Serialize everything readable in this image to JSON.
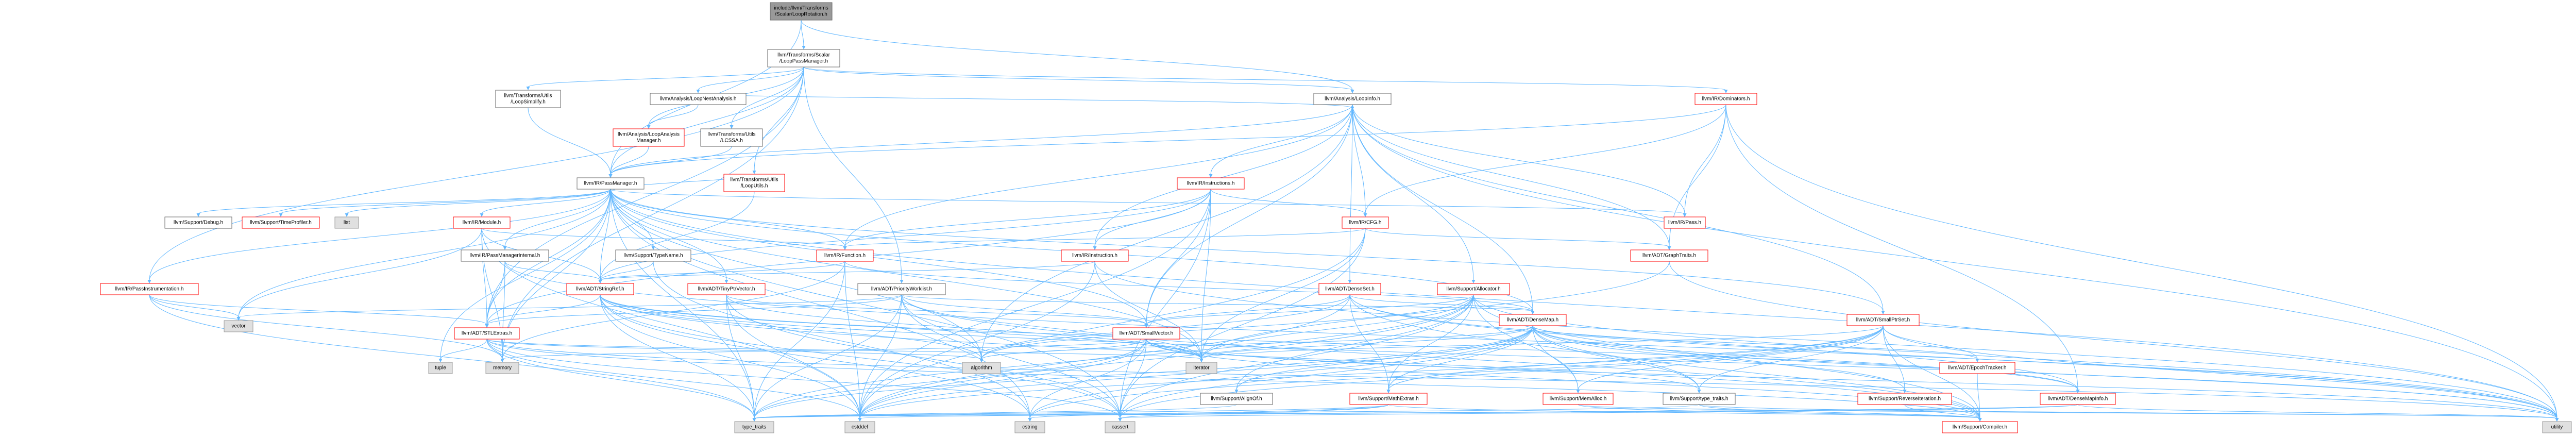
{
  "colors": {
    "root_fill": "#999999",
    "normal_fill": "#ffffff",
    "normal_stroke": "#666666",
    "truncated_stroke": "#ff0000",
    "system_fill": "#e0e0e0",
    "system_stroke": "#999999",
    "edge": "#63B8FF",
    "text": "#000000"
  },
  "nodes": [
    {
      "id": "root",
      "lines": [
        "include/llvm/Transforms",
        "/Scalar/LoopRotation.h"
      ],
      "kind": "root"
    },
    {
      "id": "lpm",
      "lines": [
        "llvm/Transforms/Scalar",
        "/LoopPassManager.h"
      ],
      "kind": "normal"
    },
    {
      "id": "loopsimplify",
      "lines": [
        "llvm/Transforms/Utils",
        "/LoopSimplify.h"
      ],
      "kind": "normal"
    },
    {
      "id": "loopnest",
      "lines": [
        "llvm/Analysis/LoopNestAnalysis.h"
      ],
      "kind": "normal"
    },
    {
      "id": "lam",
      "lines": [
        "llvm/Analysis/LoopAnalysis",
        "Manager.h"
      ],
      "kind": "truncated"
    },
    {
      "id": "lcssa",
      "lines": [
        "llvm/Transforms/Utils",
        "/LCSSA.h"
      ],
      "kind": "normal"
    },
    {
      "id": "loopinfo",
      "lines": [
        "llvm/Analysis/LoopInfo.h"
      ],
      "kind": "normal"
    },
    {
      "id": "dominators",
      "lines": [
        "llvm/IR/Dominators.h"
      ],
      "kind": "truncated"
    },
    {
      "id": "looputils",
      "lines": [
        "llvm/Transforms/Utils",
        "/LoopUtils.h"
      ],
      "kind": "truncated"
    },
    {
      "id": "passmanager",
      "lines": [
        "llvm/IR/PassManager.h"
      ],
      "kind": "normal"
    },
    {
      "id": "debug",
      "lines": [
        "llvm/Support/Debug.h"
      ],
      "kind": "normal"
    },
    {
      "id": "timeprofiler",
      "lines": [
        "llvm/Support/TimeProfiler.h"
      ],
      "kind": "truncated"
    },
    {
      "id": "list",
      "lines": [
        "list"
      ],
      "kind": "system"
    },
    {
      "id": "irinstructions",
      "lines": [
        "llvm/IR/Instructions.h"
      ],
      "kind": "truncated"
    },
    {
      "id": "ircfg",
      "lines": [
        "llvm/IR/CFG.h"
      ],
      "kind": "truncated"
    },
    {
      "id": "irpass",
      "lines": [
        "llvm/IR/Pass.h"
      ],
      "kind": "truncated"
    },
    {
      "id": "irmodule",
      "lines": [
        "llvm/IR/Module.h"
      ],
      "kind": "truncated"
    },
    {
      "id": "irfunction",
      "lines": [
        "llvm/IR/Function.h"
      ],
      "kind": "truncated"
    },
    {
      "id": "irinstruction",
      "lines": [
        "llvm/IR/Instruction.h"
      ],
      "kind": "truncated"
    },
    {
      "id": "graphtraits",
      "lines": [
        "llvm/ADT/GraphTraits.h"
      ],
      "kind": "truncated"
    },
    {
      "id": "pminternal",
      "lines": [
        "llvm/IR/PassManagerInternal.h"
      ],
      "kind": "normal"
    },
    {
      "id": "typename",
      "lines": [
        "llvm/Support/TypeName.h"
      ],
      "kind": "normal"
    },
    {
      "id": "passinstr",
      "lines": [
        "llvm/IR/PassInstrumentation.h"
      ],
      "kind": "truncated"
    },
    {
      "id": "stringref",
      "lines": [
        "llvm/ADT/StringRef.h"
      ],
      "kind": "truncated"
    },
    {
      "id": "tinyptrvector",
      "lines": [
        "llvm/ADT/TinyPtrVector.h"
      ],
      "kind": "truncated"
    },
    {
      "id": "priorityworklist",
      "lines": [
        "llvm/ADT/PriorityWorklist.h"
      ],
      "kind": "normal"
    },
    {
      "id": "densetset",
      "lines": [
        "llvm/ADT/DenseSet.h"
      ],
      "kind": "truncated"
    },
    {
      "id": "allocator",
      "lines": [
        "llvm/Support/Allocator.h"
      ],
      "kind": "truncated"
    },
    {
      "id": "densemap",
      "lines": [
        "llvm/ADT/DenseMap.h"
      ],
      "kind": "truncated"
    },
    {
      "id": "smallptrset",
      "lines": [
        "llvm/ADT/SmallPtrSet.h"
      ],
      "kind": "truncated"
    },
    {
      "id": "vector",
      "lines": [
        "vector"
      ],
      "kind": "system"
    },
    {
      "id": "stlextras",
      "lines": [
        "llvm/ADT/STLExtras.h"
      ],
      "kind": "truncated"
    },
    {
      "id": "smallvector",
      "lines": [
        "llvm/ADT/SmallVector.h"
      ],
      "kind": "truncated"
    },
    {
      "id": "tuple",
      "lines": [
        "tuple"
      ],
      "kind": "system"
    },
    {
      "id": "memory",
      "lines": [
        "memory"
      ],
      "kind": "system"
    },
    {
      "id": "algorithm",
      "lines": [
        "algorithm"
      ],
      "kind": "system"
    },
    {
      "id": "iterator",
      "lines": [
        "iterator"
      ],
      "kind": "system"
    },
    {
      "id": "alignof",
      "lines": [
        "llvm/Support/AlignOf.h"
      ],
      "kind": "normal"
    },
    {
      "id": "mathextras",
      "lines": [
        "llvm/Support/MathExtras.h"
      ],
      "kind": "truncated"
    },
    {
      "id": "memalloc",
      "lines": [
        "llvm/Support/MemAlloc.h"
      ],
      "kind": "truncated"
    },
    {
      "id": "typetraits",
      "lines": [
        "llvm/Support/type_traits.h"
      ],
      "kind": "normal"
    },
    {
      "id": "reverseiter",
      "lines": [
        "llvm/Support/ReverseIteration.h"
      ],
      "kind": "truncated"
    },
    {
      "id": "epochtracker",
      "lines": [
        "llvm/ADT/EpochTracker.h"
      ],
      "kind": "truncated"
    },
    {
      "id": "densemapinfo",
      "lines": [
        "llvm/ADT/DenseMapInfo.h"
      ],
      "kind": "truncated"
    },
    {
      "id": "type_traits",
      "lines": [
        "type_traits"
      ],
      "kind": "system"
    },
    {
      "id": "cstddef",
      "lines": [
        "cstddef"
      ],
      "kind": "system"
    },
    {
      "id": "cstring",
      "lines": [
        "cstring"
      ],
      "kind": "system"
    },
    {
      "id": "cassert",
      "lines": [
        "cassert"
      ],
      "kind": "system"
    },
    {
      "id": "compiler",
      "lines": [
        "llvm/Support/Compiler.h"
      ],
      "kind": "truncated"
    },
    {
      "id": "utility",
      "lines": [
        "utility"
      ],
      "kind": "system"
    }
  ],
  "edges": [
    [
      "root",
      "lpm"
    ],
    [
      "root",
      "passmanager"
    ],
    [
      "root",
      "loopinfo"
    ],
    [
      "lpm",
      "loopsimplify"
    ],
    [
      "lpm",
      "loopnest"
    ],
    [
      "lpm",
      "lam"
    ],
    [
      "lpm",
      "lcssa"
    ],
    [
      "lpm",
      "loopinfo"
    ],
    [
      "lpm",
      "dominators"
    ],
    [
      "lpm",
      "looputils"
    ],
    [
      "lpm",
      "passmanager"
    ],
    [
      "lpm",
      "passinstr"
    ],
    [
      "lpm",
      "priorityworklist"
    ],
    [
      "lpm",
      "stlextras"
    ],
    [
      "lpm",
      "memory"
    ],
    [
      "loopsimplify",
      "passmanager"
    ],
    [
      "loopnest",
      "loopinfo"
    ],
    [
      "loopnest",
      "lam"
    ],
    [
      "lam",
      "passmanager"
    ],
    [
      "lcssa",
      "passmanager"
    ],
    [
      "loopinfo",
      "passmanager"
    ],
    [
      "loopinfo",
      "irinstructions"
    ],
    [
      "loopinfo",
      "ircfg"
    ],
    [
      "loopinfo",
      "irpass"
    ],
    [
      "loopinfo",
      "graphtraits"
    ],
    [
      "loopinfo",
      "densemap"
    ],
    [
      "loopinfo",
      "densetset"
    ],
    [
      "loopinfo",
      "smallptrset"
    ],
    [
      "loopinfo",
      "smallvector"
    ],
    [
      "loopinfo",
      "allocator"
    ],
    [
      "loopinfo",
      "irinstruction"
    ],
    [
      "loopinfo",
      "algorithm"
    ],
    [
      "loopinfo",
      "utility"
    ],
    [
      "loopinfo",
      "irfunction"
    ],
    [
      "dominators",
      "ircfg"
    ],
    [
      "dominators",
      "irpass"
    ],
    [
      "dominators",
      "graphtraits"
    ],
    [
      "dominators",
      "densemapinfo"
    ],
    [
      "dominators",
      "passmanager"
    ],
    [
      "dominators",
      "utility"
    ],
    [
      "looputils",
      "stringref"
    ],
    [
      "looputils",
      "passmanager"
    ],
    [
      "passmanager",
      "debug"
    ],
    [
      "passmanager",
      "timeprofiler"
    ],
    [
      "passmanager",
      "list"
    ],
    [
      "passmanager",
      "irmodule"
    ],
    [
      "passmanager",
      "irfunction"
    ],
    [
      "passmanager",
      "pminternal"
    ],
    [
      "passmanager",
      "typename"
    ],
    [
      "passmanager",
      "passinstr"
    ],
    [
      "passmanager",
      "stringref"
    ],
    [
      "passmanager",
      "tinyptrvector"
    ],
    [
      "passmanager",
      "densemap"
    ],
    [
      "passmanager",
      "smallptrset"
    ],
    [
      "passmanager",
      "stlextras"
    ],
    [
      "passmanager",
      "smallvector"
    ],
    [
      "passmanager",
      "vector"
    ],
    [
      "passmanager",
      "tuple"
    ],
    [
      "passmanager",
      "memory"
    ],
    [
      "passmanager",
      "algorithm"
    ],
    [
      "passmanager",
      "iterator"
    ],
    [
      "passmanager",
      "cassert"
    ],
    [
      "passmanager",
      "cstring"
    ],
    [
      "passmanager",
      "type_traits"
    ],
    [
      "passmanager",
      "utility"
    ],
    [
      "passmanager",
      "irpass"
    ],
    [
      "irinstructions",
      "irinstruction"
    ],
    [
      "irinstructions",
      "irfunction"
    ],
    [
      "irinstructions",
      "stringref"
    ],
    [
      "irinstructions",
      "smallvector"
    ],
    [
      "irinstructions",
      "stlextras"
    ],
    [
      "irinstructions",
      "iterator"
    ],
    [
      "irinstructions",
      "cstddef"
    ],
    [
      "irinstructions",
      "cassert"
    ],
    [
      "irinstructions",
      "ircfg"
    ],
    [
      "ircfg",
      "irfunction"
    ],
    [
      "ircfg",
      "graphtraits"
    ],
    [
      "ircfg",
      "iterator"
    ],
    [
      "ircfg",
      "cstddef"
    ],
    [
      "ircfg",
      "cassert"
    ],
    [
      "irmodule",
      "irfunction"
    ],
    [
      "irmodule",
      "stringref"
    ],
    [
      "irmodule",
      "stlextras"
    ],
    [
      "irmodule",
      "memory"
    ],
    [
      "irmodule",
      "vector"
    ],
    [
      "irmodule",
      "cstddef"
    ],
    [
      "irfunction",
      "stringref"
    ],
    [
      "irfunction",
      "densemap"
    ],
    [
      "irfunction",
      "cstddef"
    ],
    [
      "irfunction",
      "memory"
    ],
    [
      "irfunction",
      "type_traits"
    ],
    [
      "irinstruction",
      "stringref"
    ],
    [
      "irinstruction",
      "cstddef"
    ],
    [
      "irinstruction",
      "utility"
    ],
    [
      "irinstruction",
      "iterator"
    ],
    [
      "graphtraits",
      "iterator"
    ],
    [
      "graphtraits",
      "utility"
    ],
    [
      "pminternal",
      "stringref"
    ],
    [
      "pminternal",
      "stlextras"
    ],
    [
      "pminternal",
      "memory"
    ],
    [
      "pminternal",
      "utility"
    ],
    [
      "typename",
      "stringref"
    ],
    [
      "typename",
      "string_alias"
    ],
    [
      "passinstr",
      "stlextras"
    ],
    [
      "passinstr",
      "memory"
    ],
    [
      "passinstr",
      "vector"
    ],
    [
      "passinstr",
      "type_traits"
    ],
    [
      "stringref",
      "stlextras"
    ],
    [
      "stringref",
      "compiler"
    ],
    [
      "stringref",
      "iterator"
    ],
    [
      "stringref",
      "algorithm"
    ],
    [
      "stringref",
      "cassert"
    ],
    [
      "stringref",
      "cstddef"
    ],
    [
      "stringref",
      "cstring"
    ],
    [
      "stringref",
      "type_traits"
    ],
    [
      "stringref",
      "utility"
    ],
    [
      "stringref",
      "densemapinfo"
    ],
    [
      "tinyptrvector",
      "smallvector"
    ],
    [
      "tinyptrvector",
      "iterator"
    ],
    [
      "tinyptrvector",
      "cassert"
    ],
    [
      "tinyptrvector",
      "cstddef"
    ],
    [
      "tinyptrvector",
      "type_traits"
    ],
    [
      "priorityworklist",
      "densemap"
    ],
    [
      "priorityworklist",
      "stlextras"
    ],
    [
      "priorityworklist",
      "smallvector"
    ],
    [
      "priorityworklist",
      "compiler"
    ],
    [
      "priorityworklist",
      "algorithm"
    ],
    [
      "priorityworklist",
      "iterator"
    ],
    [
      "priorityworklist",
      "type_traits"
    ],
    [
      "priorityworklist",
      "cassert"
    ],
    [
      "priorityworklist",
      "cstddef"
    ],
    [
      "priorityworklist",
      "vector"
    ],
    [
      "densetset",
      "densemap"
    ],
    [
      "densetset",
      "densemapinfo"
    ],
    [
      "densetset",
      "mathextras"
    ],
    [
      "densetset",
      "typetraits"
    ],
    [
      "densetset",
      "algorithm"
    ],
    [
      "densetset",
      "cstddef"
    ],
    [
      "densetset",
      "utility"
    ],
    [
      "densetset",
      "smallvector"
    ],
    [
      "allocator",
      "alignof"
    ],
    [
      "allocator",
      "compiler"
    ],
    [
      "allocator",
      "mathextras"
    ],
    [
      "allocator",
      "memalloc"
    ],
    [
      "allocator",
      "algorithm"
    ],
    [
      "allocator",
      "cassert"
    ],
    [
      "allocator",
      "cstddef"
    ],
    [
      "allocator",
      "iterator"
    ],
    [
      "allocator",
      "type_traits"
    ],
    [
      "allocator",
      "utility"
    ],
    [
      "allocator",
      "smallvector"
    ],
    [
      "densemap",
      "densemapinfo"
    ],
    [
      "densemap",
      "epochtracker"
    ],
    [
      "densemap",
      "alignof"
    ],
    [
      "densemap",
      "compiler"
    ],
    [
      "densemap",
      "mathextras"
    ],
    [
      "densemap",
      "memalloc"
    ],
    [
      "densemap",
      "reverseiter"
    ],
    [
      "densemap",
      "typetraits"
    ],
    [
      "densemap",
      "algorithm"
    ],
    [
      "densemap",
      "cassert"
    ],
    [
      "densemap",
      "cstddef"
    ],
    [
      "densemap",
      "cstring"
    ],
    [
      "densemap",
      "iterator"
    ],
    [
      "densemap",
      "type_traits"
    ],
    [
      "densemap",
      "utility"
    ],
    [
      "smallptrset",
      "epochtracker"
    ],
    [
      "smallptrset",
      "compiler"
    ],
    [
      "smallptrset",
      "reverseiter"
    ],
    [
      "smallptrset",
      "typetraits"
    ],
    [
      "smallptrset",
      "cassert"
    ],
    [
      "smallptrset",
      "cstddef"
    ],
    [
      "smallptrset",
      "cstring"
    ],
    [
      "smallptrset",
      "iterator"
    ],
    [
      "smallptrset",
      "utility"
    ],
    [
      "smallptrset",
      "mathextras"
    ],
    [
      "smallptrset",
      "memalloc"
    ],
    [
      "stlextras",
      "tuple"
    ],
    [
      "stlextras",
      "memory"
    ],
    [
      "stlextras",
      "algorithm"
    ],
    [
      "stlextras",
      "iterator"
    ],
    [
      "stlextras",
      "cassert"
    ],
    [
      "stlextras",
      "cstddef"
    ],
    [
      "stlextras",
      "type_traits"
    ],
    [
      "stlextras",
      "utility"
    ],
    [
      "stlextras",
      "compiler"
    ],
    [
      "smallvector",
      "compiler"
    ],
    [
      "smallvector",
      "typetraits"
    ],
    [
      "smallvector",
      "algorithm"
    ],
    [
      "smallvector",
      "cassert"
    ],
    [
      "smallvector",
      "cstddef"
    ],
    [
      "smallvector",
      "cstring"
    ],
    [
      "smallvector",
      "iterator"
    ],
    [
      "smallvector",
      "memory"
    ],
    [
      "smallvector",
      "type_traits"
    ],
    [
      "smallvector",
      "utility"
    ],
    [
      "mathextras",
      "compiler"
    ],
    [
      "mathextras",
      "cassert"
    ],
    [
      "mathextras",
      "type_traits"
    ],
    [
      "mathextras",
      "cstring"
    ],
    [
      "memalloc",
      "compiler"
    ],
    [
      "memalloc",
      "utility"
    ],
    [
      "typetraits",
      "compiler"
    ],
    [
      "typetraits",
      "type_traits"
    ],
    [
      "typetraits",
      "utility"
    ],
    [
      "reverseiter",
      "compiler"
    ],
    [
      "epochtracker",
      "compiler"
    ],
    [
      "densemapinfo",
      "cassert"
    ],
    [
      "densemapinfo",
      "cstddef"
    ],
    [
      "densemapinfo",
      "utility"
    ],
    [
      "densemapinfo",
      "type_traits"
    ],
    [
      "alignof",
      "type_traits"
    ]
  ]
}
